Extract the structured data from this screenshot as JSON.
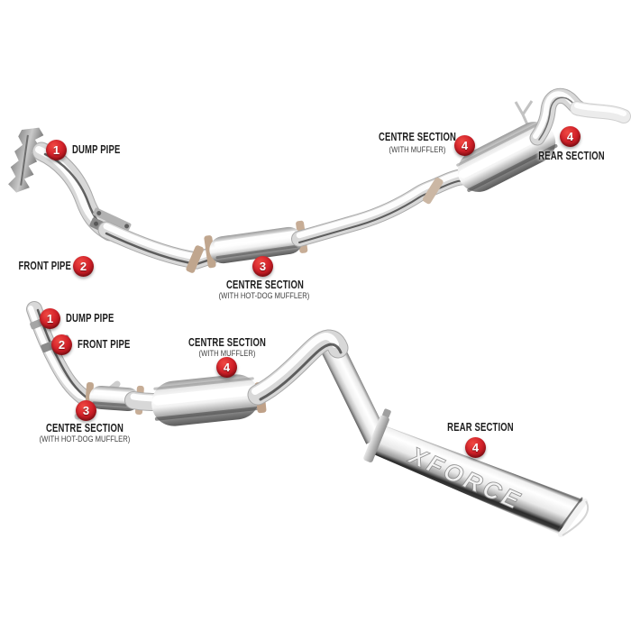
{
  "diagram": {
    "type": "exhaust-system-parts-diagram",
    "background": "#ffffff",
    "badge_color": "#c8202a",
    "text_color": "#1d1d1d"
  },
  "branding": {
    "pipe_engraving": "XFORCE"
  },
  "systems": {
    "top": {
      "dump_pipe": {
        "num": "1",
        "label": "DUMP PIPE"
      },
      "front_pipe": {
        "num": "2",
        "label": "FRONT PIPE"
      },
      "centre_hotdog": {
        "num": "3",
        "label": "CENTRE SECTION",
        "sub": "(WITH HOT-DOG MUFFLER)"
      },
      "centre_muffler": {
        "num": "4",
        "label": "CENTRE SECTION",
        "sub": "(WITH MUFFLER)"
      },
      "rear": {
        "num": "4",
        "label": "REAR SECTION"
      }
    },
    "bottom": {
      "dump_pipe": {
        "num": "1",
        "label": "DUMP PIPE"
      },
      "front_pipe": {
        "num": "2",
        "label": "FRONT PIPE"
      },
      "centre_hotdog": {
        "num": "3",
        "label": "CENTRE SECTION",
        "sub": "(WITH HOT-DOG MUFFLER)"
      },
      "centre_muffler": {
        "num": "4",
        "label": "CENTRE SECTION",
        "sub": "(WITH MUFFLER)"
      },
      "rear": {
        "num": "4",
        "label": "REAR SECTION"
      }
    }
  }
}
